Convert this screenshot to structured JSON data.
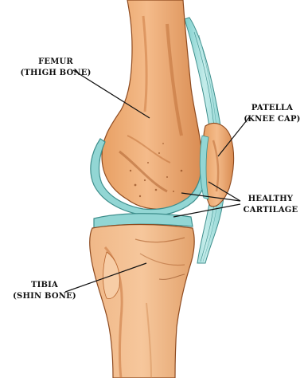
{
  "labels": {
    "femur": [
      "FEMUR",
      "(THIGH BONE)"
    ],
    "patella": [
      "PATELLA",
      "(KNEE CAP)"
    ],
    "cartilage": [
      "HEALTHY",
      "CARTILAGE"
    ],
    "tibia": [
      "TIBIA",
      "(SHIN BONE)"
    ]
  },
  "colors": {
    "bone": "#f2b27e",
    "bone_shadow": "#c9753c",
    "bone_dark": "#8e4a1f",
    "cartilage": "#92d6d4",
    "cartilage_edge": "#3e8e8c",
    "tendon": "#a9dedd"
  }
}
